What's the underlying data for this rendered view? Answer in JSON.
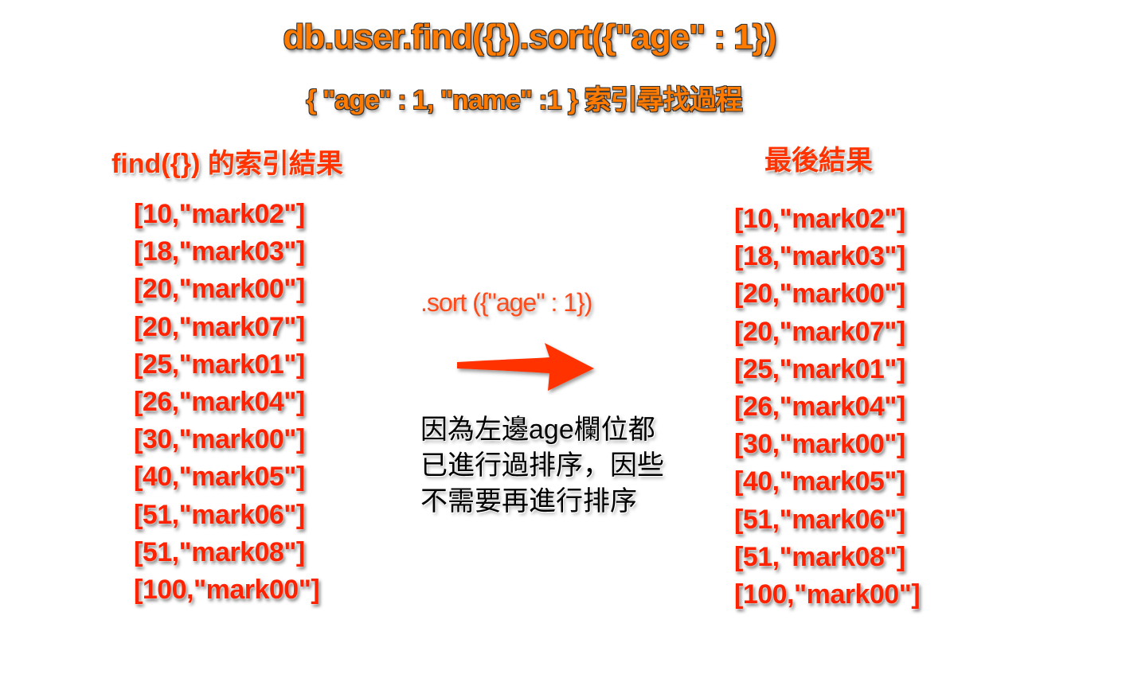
{
  "title": "db.user.find({}).sort({\"age\" : 1})",
  "subtitle": "{ \"age\" : 1, \"name\" :1 } 索引尋找過程",
  "left": {
    "heading": "find({}) 的索引結果",
    "items": [
      "[10,\"mark02\"]",
      "[18,\"mark03\"]",
      "[20,\"mark00\"]",
      "[20,\"mark07\"]",
      "[25,\"mark01\"]",
      "[26,\"mark04\"]",
      "[30,\"mark00\"]",
      "[40,\"mark05\"]",
      "[51,\"mark06\"]",
      "[51,\"mark08\"]",
      "[100,\"mark00\"]"
    ]
  },
  "middle": {
    "sort_label": ".sort ({\"age\" : 1})",
    "arrow_icon": "right-arrow-icon",
    "note_lines": [
      "因為左邊age欄位都",
      "已進行過排序，因些",
      "不需要再進行排序"
    ]
  },
  "right": {
    "heading": "最後結果",
    "items": [
      "[10,\"mark02\"]",
      "[18,\"mark03\"]",
      "[20,\"mark00\"]",
      "[20,\"mark07\"]",
      "[25,\"mark01\"]",
      "[26,\"mark04\"]",
      "[30,\"mark00\"]",
      "[40,\"mark05\"]",
      "[51,\"mark06\"]",
      "[51,\"mark08\"]",
      "[100,\"mark00\"]"
    ]
  },
  "colors": {
    "title": "#ff7a00",
    "heading": "#ff3300",
    "items": "#ff2200",
    "arrow": "#ff3300",
    "note": "#000000"
  }
}
